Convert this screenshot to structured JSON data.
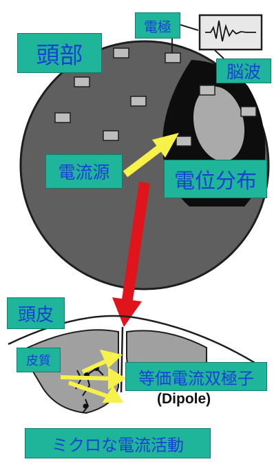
{
  "labels": {
    "head": "頭部",
    "electrode": "電極",
    "eeg": "脳波",
    "current_source": "電流源",
    "potential_distribution": "電位分布",
    "scalp": "頭皮",
    "cortex": "皮質",
    "equivalent_dipole": "等価電流双極子",
    "dipole": "(Dipole)",
    "micro_current": "ミクロな電流活動"
  },
  "colors": {
    "label_fill": "#1fb59a",
    "label_text": "#1a3fd6",
    "head_fill": "#5f5f5f",
    "head_dark_region": "#0d0d0d",
    "potential_spot": "#aaaaaa",
    "electrode_fill": "#bdbdbd",
    "arrow_yellow": "#f6f24a",
    "arrow_red": "#e0151b"
  },
  "icons": {
    "eeg_monitor": "eeg-waveform-icon"
  }
}
